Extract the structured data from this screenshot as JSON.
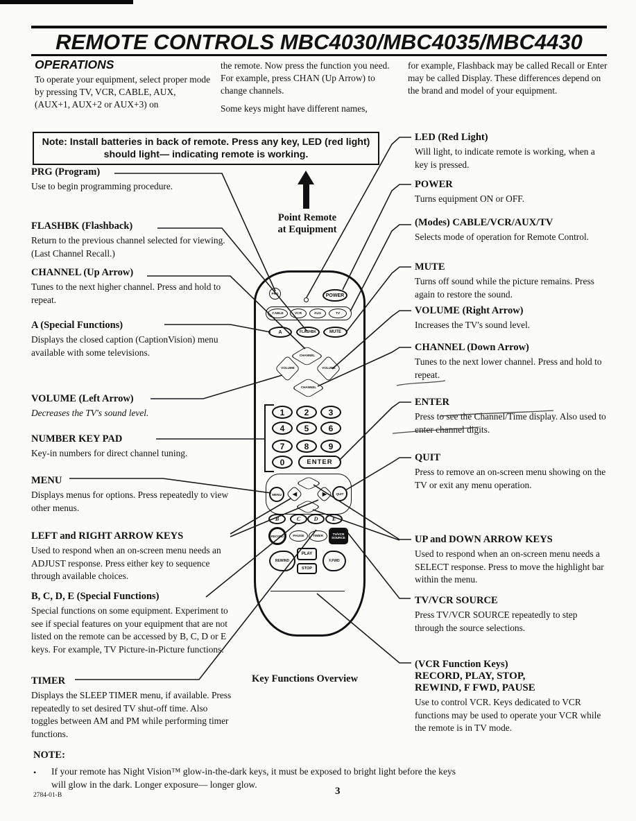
{
  "ink": "#111111",
  "paper": "#fbfbf8",
  "page": {
    "title": "REMOTE CONTROLS MBC4030/MBC4035/MBC4430",
    "footer_code": "2784-01-B",
    "page_number": "3"
  },
  "intro": {
    "heading": "OPERATIONS",
    "col1": "To operate your equipment, select proper mode by pressing TV, VCR, CABLE, AUX, (AUX+1, AUX+2 or AUX+3) on",
    "col2_p1": "the remote. Now press the function you need. For example, press CHAN (Up Arrow) to change channels.",
    "col2_p2": "Some keys might have different names,",
    "col3": "for example, Flashback may be called Recall or Enter may be called Display. These differences depend on the brand and model of your equipment."
  },
  "note_box": "Note: Install batteries in back of remote. Press any key, LED (red light) should light— indicating remote is working.",
  "center": {
    "point_line1": "Point Remote",
    "point_line2": "at Equipment",
    "caption": "Key Functions Overview"
  },
  "left_callouts": [
    {
      "heading": "PRG (Program)",
      "body": "Use to begin programming procedure."
    },
    {
      "heading": "FLASHBK (Flashback)",
      "body": "Return to the previous channel selected for viewing. (Last Channel Recall.)"
    },
    {
      "heading": "CHANNEL (Up Arrow)",
      "body": "Tunes to the next higher channel. Press and hold to repeat."
    },
    {
      "heading": "A (Special Functions)",
      "body": "Displays the closed caption (CaptionVision) menu available with some televisions."
    },
    {
      "heading": "VOLUME (Left Arrow)",
      "body": "Decreases the TV's sound level."
    },
    {
      "heading": "NUMBER KEY PAD",
      "body": "Key-in numbers for direct channel tuning."
    },
    {
      "heading": "MENU",
      "body": "Displays menus for options. Press repeatedly to view other menus."
    },
    {
      "heading": "LEFT and RIGHT ARROW KEYS",
      "body": "Used to respond when an on-screen menu needs an ADJUST response. Press either key to sequence through available choices."
    },
    {
      "heading": "B, C, D, E (Special Functions)",
      "body": "Special functions on some equipment. Experiment to see if special features on your equipment that are not listed on the remote can be accessed by B, C, D or E keys. For example, TV Picture-in-Picture functions."
    },
    {
      "heading": "TIMER",
      "body": "Displays the SLEEP TIMER menu, if available. Press repeatedly to set desired TV shut-off time. Also toggles between AM and PM while performing timer functions."
    }
  ],
  "right_callouts": [
    {
      "heading": "LED (Red Light)",
      "body": "Will light, to indicate remote is working, when a key is pressed."
    },
    {
      "heading": "POWER",
      "body": "Turns equipment ON or OFF."
    },
    {
      "heading": "(Modes) CABLE/VCR/AUX/TV",
      "body": "Selects mode of operation for Remote Control."
    },
    {
      "heading": "MUTE",
      "body": "Turns off sound while the picture remains. Press again to restore the sound."
    },
    {
      "heading": "VOLUME (Right Arrow)",
      "body": "Increases the TV's sound level."
    },
    {
      "heading": "CHANNEL (Down Arrow)",
      "body": "Tunes to the next lower channel. Press and hold to repeat."
    },
    {
      "heading": "ENTER",
      "body": "Press to see the Channel/Time display. Also used to enter channel digits."
    },
    {
      "heading": "QUIT",
      "body": "Press to remove an on-screen menu showing on the TV or exit any menu operation."
    },
    {
      "heading": "UP and DOWN ARROW KEYS",
      "body": "Used to respond when an on-screen menu needs a SELECT response. Press to move the highlight bar within the menu."
    },
    {
      "heading": "TV/VCR SOURCE",
      "body": "Press TV/VCR SOURCE repeatedly to step through the source selections."
    },
    {
      "heading": "(VCR Function Keys)",
      "heading2": "RECORD, PLAY, STOP,",
      "heading3": "REWIND, F FWD, PAUSE",
      "body": "Use to control VCR. Keys dedicated to VCR functions may be used to operate your VCR while the remote is in TV mode."
    }
  ],
  "remote": {
    "prg": "PRG",
    "power": "POWER",
    "modes": [
      "CABLE",
      "VCR",
      "AUX",
      "TV"
    ],
    "a": "A",
    "flashbk": "FLASHBK",
    "mute": "MUTE",
    "nav_up": "CHANNEL",
    "nav_left": "VOLUME",
    "nav_right": "VOLUME",
    "nav_down": "CHANNEL",
    "digits": [
      "1",
      "2",
      "3",
      "4",
      "5",
      "6",
      "7",
      "8",
      "9",
      "0"
    ],
    "enter": "ENTER",
    "menu": "MENU",
    "quit": "QUIT",
    "letters": [
      "B",
      "C",
      "D",
      "E"
    ],
    "record": "RECORD",
    "pause": "PAUSE",
    "timer": "TIMER",
    "tvvcr_line1": "TV/VCR",
    "tvvcr_line2": "SOURCE",
    "rewind": "REWIND",
    "play": "PLAY",
    "stop": "STOP",
    "ffwd": "F.FWD"
  },
  "bottom_note": {
    "heading": "NOTE:",
    "bullet_glyph": "•",
    "bullet": "If your remote has Night Vision™ glow-in-the-dark keys, it must be exposed to bright light before the keys will glow in the dark. Longer exposure— longer glow."
  }
}
